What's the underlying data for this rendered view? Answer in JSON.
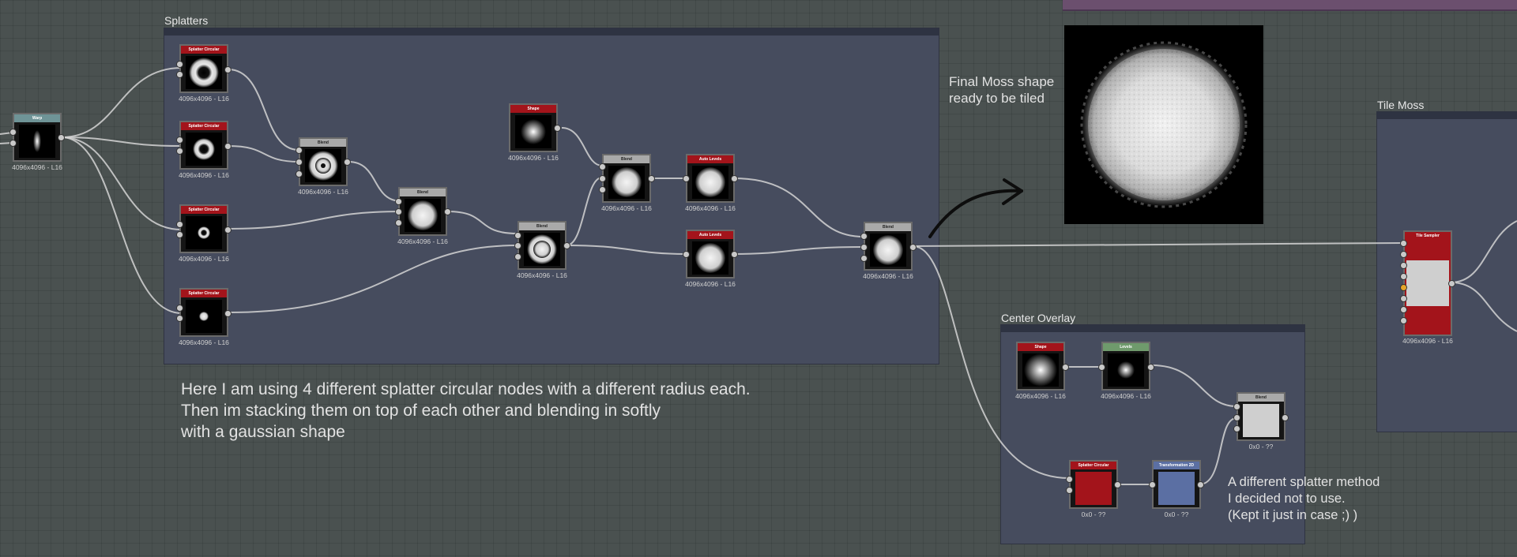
{
  "frames": {
    "splatters": "Splatters",
    "center_overlay": "Center Overlay",
    "tile_moss": "Tile Moss"
  },
  "nodes": {
    "warp": {
      "title": "Warp",
      "size": "4096x4096 - L16"
    },
    "splatter1": {
      "title": "Splatter Circular",
      "size": "4096x4096 - L16"
    },
    "splatter2": {
      "title": "Splatter Circular",
      "size": "4096x4096 - L16"
    },
    "splatter3": {
      "title": "Splatter Circular",
      "size": "4096x4096 - L16"
    },
    "splatter4": {
      "title": "Splatter Circular",
      "size": "4096x4096 - L16"
    },
    "blend1": {
      "title": "Blend",
      "size": "4096x4096 - L16"
    },
    "blend2": {
      "title": "Blend",
      "size": "4096x4096 - L16"
    },
    "blend3": {
      "title": "Blend",
      "size": "4096x4096 - L16"
    },
    "shape": {
      "title": "Shape",
      "size": "4096x4096 - L16"
    },
    "blend4": {
      "title": "Blend",
      "size": "4096x4096 - L16"
    },
    "autolevels1": {
      "title": "Auto Levels",
      "size": "4096x4096 - L16"
    },
    "autolevels2": {
      "title": "Auto Levels",
      "size": "4096x4096 - L16"
    },
    "blend_final": {
      "title": "Blend",
      "size": "4096x4096 - L16"
    },
    "co_shape": {
      "title": "Shape",
      "size": "4096x4096 - L16"
    },
    "co_levels": {
      "title": "Levels",
      "size": "4096x4096 - L16"
    },
    "co_blend": {
      "title": "Blend",
      "size": "0x0 - ??"
    },
    "co_splatter": {
      "title": "Splatter Circular",
      "size": "0x0 - ??"
    },
    "co_transform": {
      "title": "Transformation 2D",
      "size": "0x0 - ??"
    },
    "tile_sampler": {
      "title": "Tile Sampler",
      "size": "4096x4096 - L16"
    }
  },
  "notes": {
    "final_moss": [
      "Final Moss shape",
      "ready to be tiled"
    ],
    "explanation": [
      "Here I am using 4 different splatter circular nodes with a different radius each.",
      "Then im stacking them on top of each other and blending in softly",
      "with a gaussian shape"
    ],
    "different_method": [
      "A different splatter method",
      "I decided not to use.",
      "(Kept it just in case ;) )"
    ]
  },
  "colors": {
    "graph_bg": "#4a5150",
    "frame_bg": "#464c5e",
    "frame_bar": "#2e3342",
    "header_red": "#a3141b",
    "header_gray": "#a9a9a9",
    "header_teal": "#6f9497",
    "header_green": "#6f9a6c",
    "header_blue": "#5b6fa3",
    "wire": "#d4d4d4",
    "purple_frame": "#6b4f6e"
  }
}
